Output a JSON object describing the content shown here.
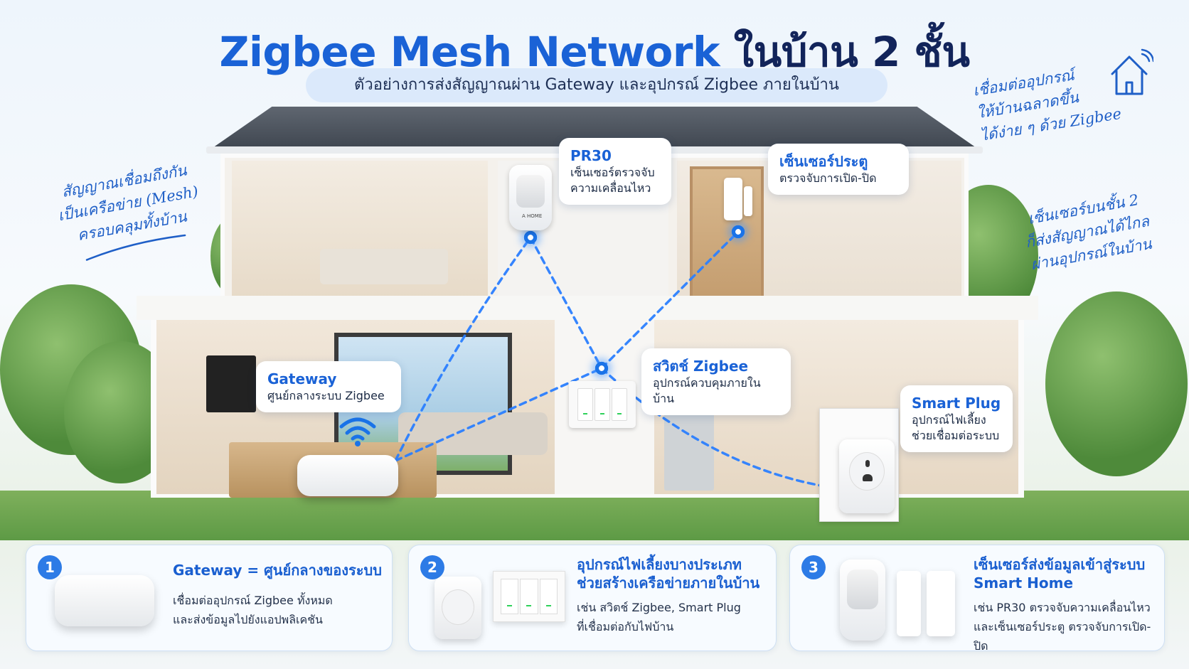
{
  "header": {
    "title_part1": "Zigbee Mesh Network",
    "title_part2": "ในบ้าน 2 ชั้น",
    "subtitle": "ตัวอย่างการส่งสัญญาณผ่าน Gateway และอุปกรณ์ Zigbee ภายในบ้าน"
  },
  "notes": {
    "left": [
      "สัญญาณเชื่อมถึงกัน",
      "เป็นเครือข่าย (Mesh)",
      "ครอบคลุมทั้งบ้าน"
    ],
    "right_top": [
      "เชื่อมต่ออุปกรณ์",
      "ให้บ้านฉลาดขึ้น",
      "ได้ง่าย ๆ ด้วย Zigbee"
    ],
    "right_mid": [
      "เซ็นเซอร์บนชั้น 2",
      "ก็ส่งสัญญาณได้ไกล",
      "ผ่านอุปกรณ์ในบ้าน"
    ]
  },
  "callouts": {
    "pr30": {
      "title": "PR30",
      "lines": [
        "เซ็นเซอร์ตรวจจับ",
        "ความเคลื่อนไหว"
      ]
    },
    "door": {
      "title": "เซ็นเซอร์ประตู",
      "lines": [
        "ตรวจจับการเปิด-ปิด"
      ]
    },
    "switch": {
      "title": "สวิตช์ Zigbee",
      "lines": [
        "อุปกรณ์ควบคุมภายในบ้าน"
      ]
    },
    "gateway": {
      "title": "Gateway",
      "lines": [
        "ศูนย์กลางระบบ Zigbee"
      ]
    },
    "plug": {
      "title": "Smart Plug",
      "lines": [
        "อุปกรณ์ไฟเลี้ยง",
        "ช่วยเชื่อมต่อระบบ"
      ]
    }
  },
  "device_logo": "A HOME",
  "cards": [
    {
      "number": "1",
      "head": [
        "Gateway = ศูนย์กลางของระบบ"
      ],
      "body": [
        "เชื่อมต่ออุปกรณ์ Zigbee ทั้งหมด",
        "และส่งข้อมูลไปยังแอปพลิเคชัน"
      ]
    },
    {
      "number": "2",
      "head": [
        "อุปกรณ์ไฟเลี้ยงบางประเภท",
        "ช่วยสร้างเครือข่ายภายในบ้าน"
      ],
      "body": [
        "เช่น สวิตช์ Zigbee, Smart Plug",
        "ที่เชื่อมต่อกับไฟบ้าน"
      ]
    },
    {
      "number": "3",
      "head": [
        "เซ็นเซอร์ส่งข้อมูลเข้าสู่ระบบ",
        "Smart Home"
      ],
      "body": [
        "เช่น PR30 ตรวจจับความเคลื่อนไหว",
        "และเซ็นเซอร์ประตู ตรวจจับการเปิด-ปิด"
      ]
    }
  ],
  "colors": {
    "accent": "#1a62d6",
    "title_dark": "#12245a",
    "mesh_line": "#2b7fff",
    "switch_led": "#2fd15a"
  },
  "icons": [
    "house-wifi-icon",
    "wifi-icon",
    "mesh-node-icon"
  ]
}
